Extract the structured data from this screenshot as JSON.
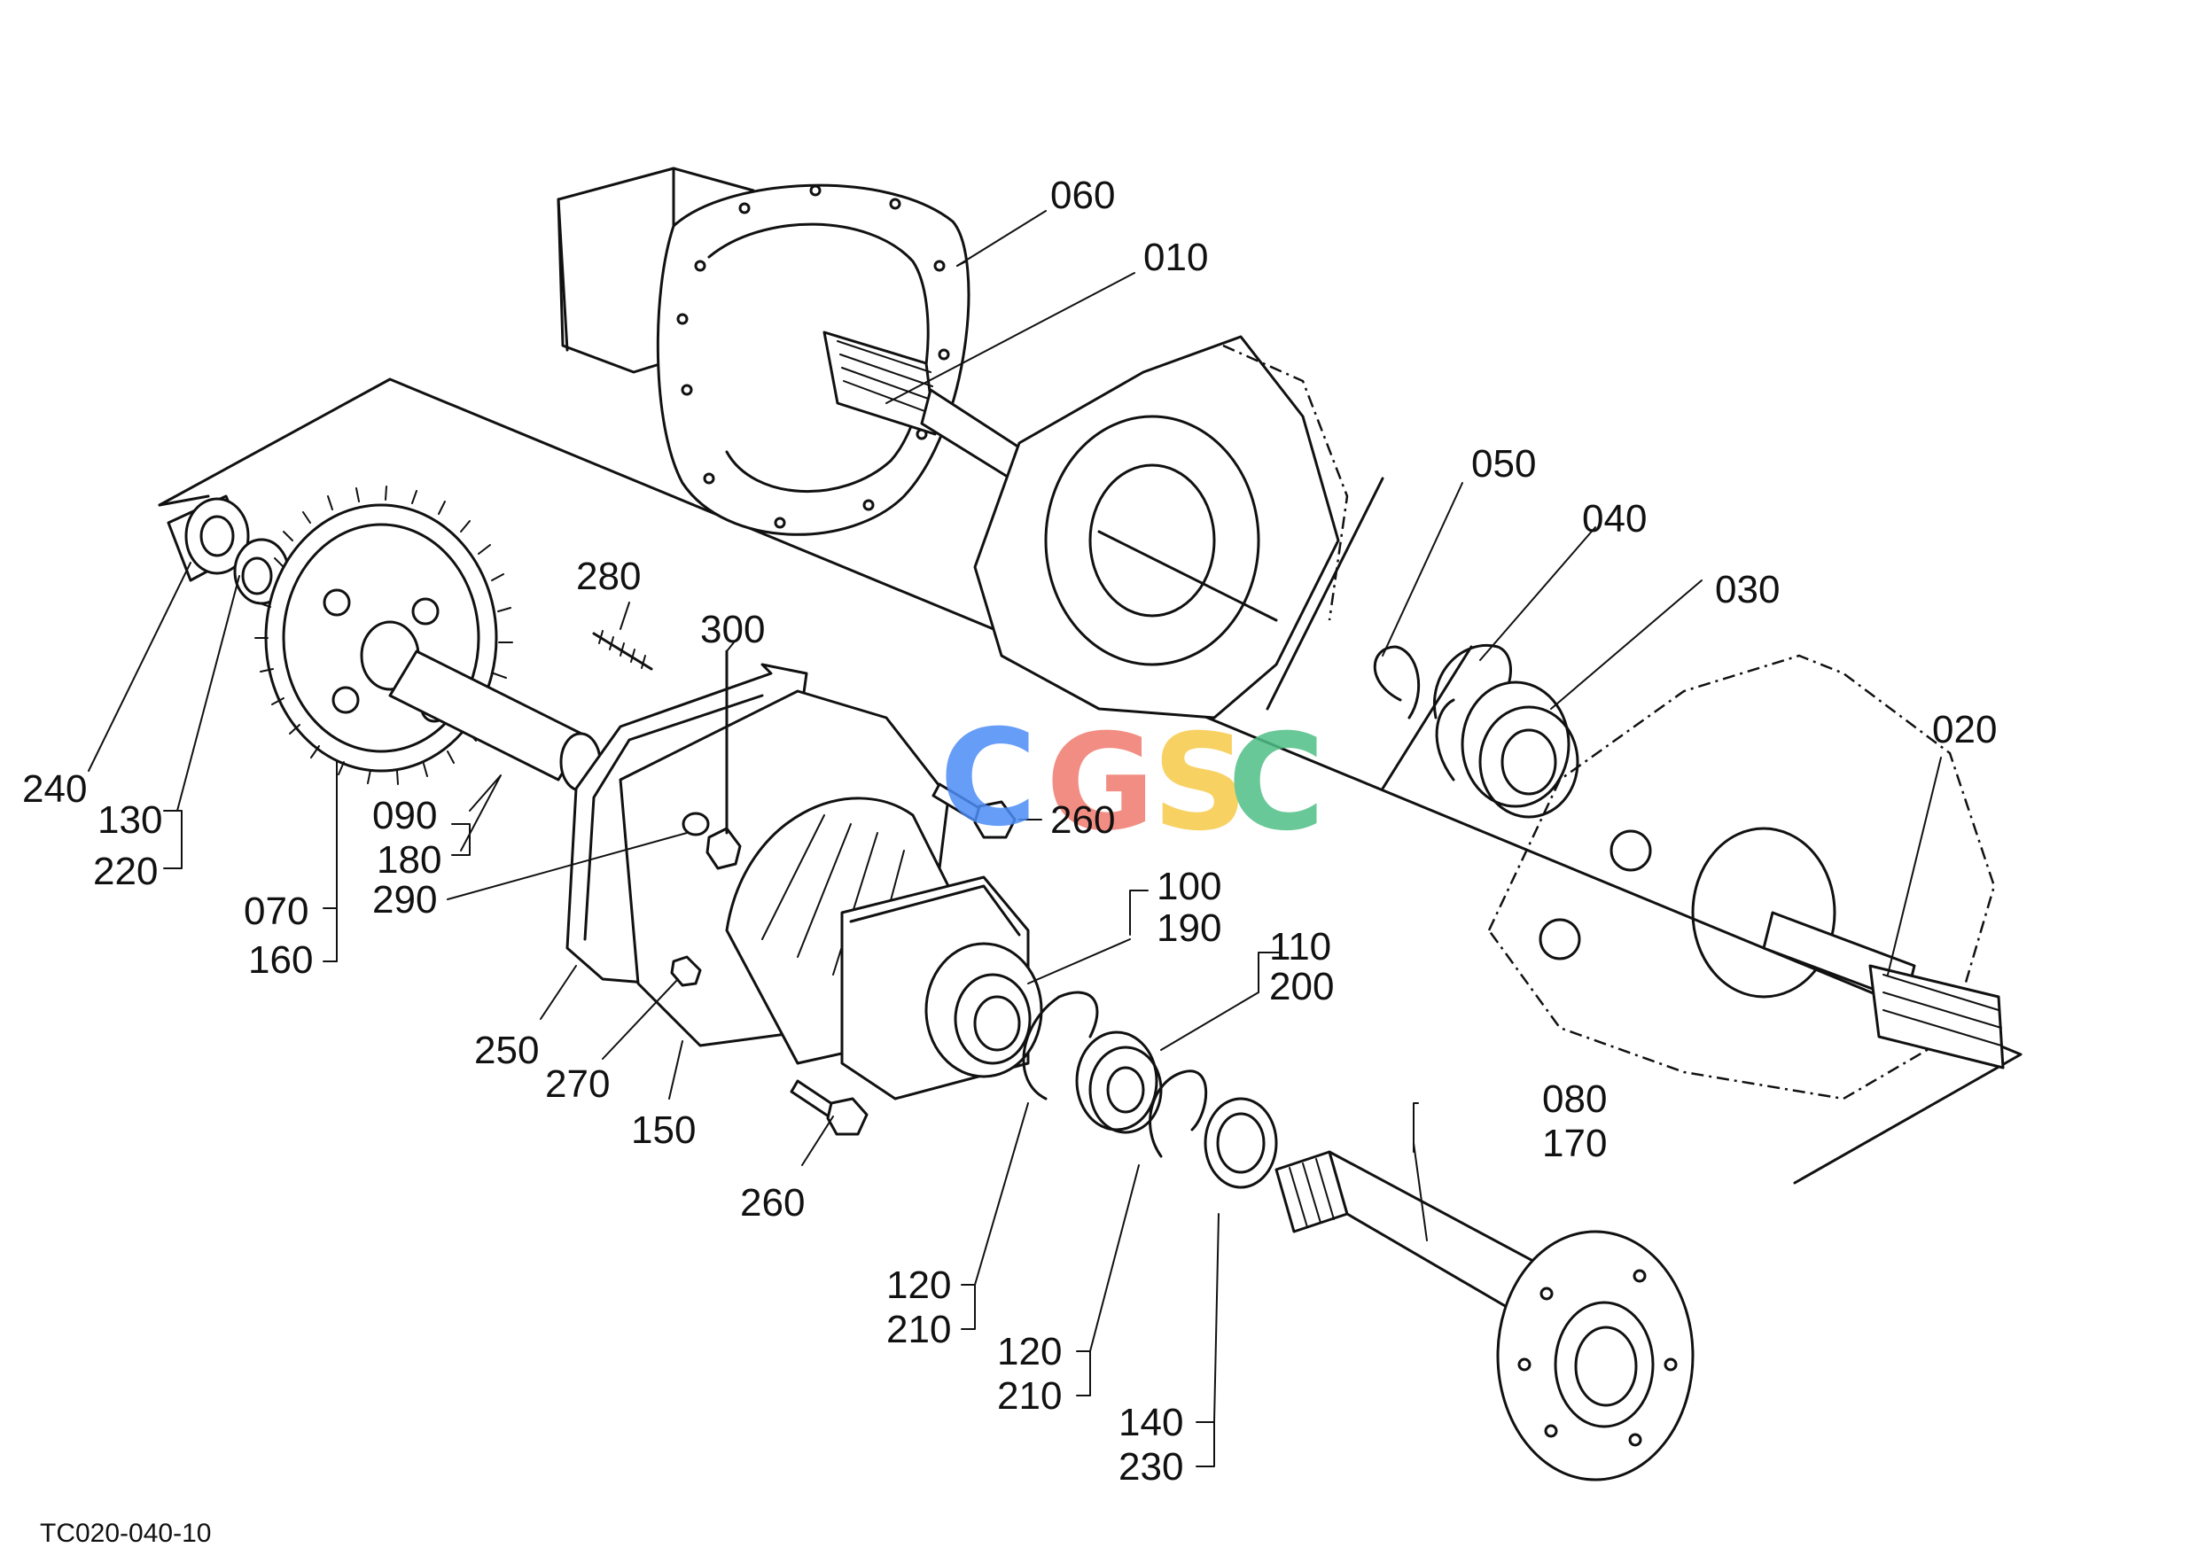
{
  "figure_code": "TC020-040-10",
  "watermark": {
    "letters": [
      "C",
      "G",
      "S",
      "C"
    ],
    "colors": [
      "#4c8df6",
      "#f07a6e",
      "#f7c948",
      "#4fbf86"
    ]
  },
  "labels": {
    "p060": "060",
    "p010": "010",
    "p050": "050",
    "p040": "040",
    "p030": "030",
    "p020": "020",
    "p280": "280",
    "p300": "300",
    "p240": "240",
    "p130": "130",
    "p220": "220",
    "p090": "090",
    "p180": "180",
    "p290": "290",
    "p070": "070",
    "p160": "160",
    "p260a": "260",
    "p100": "100",
    "p190": "190",
    "p110": "110",
    "p200": "200",
    "p250": "250",
    "p270": "270",
    "p150": "150",
    "p260b": "260",
    "p080": "080",
    "p170": "170",
    "p120a": "120",
    "p210a": "210",
    "p120b": "120",
    "p210b": "210",
    "p140": "140",
    "p230": "230"
  }
}
